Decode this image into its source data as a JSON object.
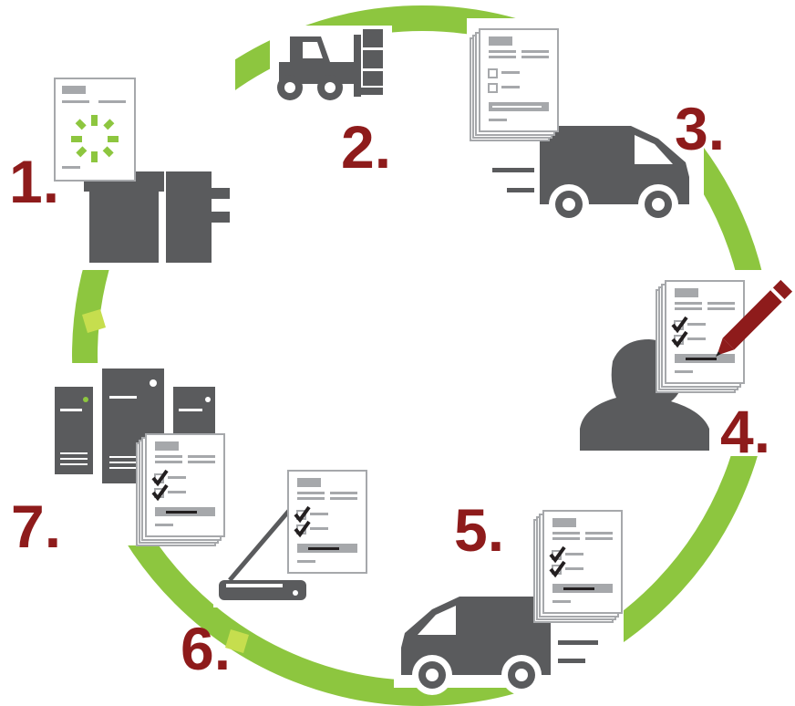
{
  "colors": {
    "ring": "#8dc63f",
    "ring_arrow": "#c6de4e",
    "icon_dark": "#5a5b5d",
    "number": "#8e1b1b",
    "paper_line": "#a6a8ab",
    "loader": "#8dc63f",
    "pencil": "#8e1b1b"
  },
  "steps": [
    {
      "label": "1.",
      "icon": "printer-with-loading-document-icon"
    },
    {
      "label": "2.",
      "icon": "forklift-with-boxes-icon"
    },
    {
      "label": "3.",
      "icon": "delivery-van-with-blank-forms-icon"
    },
    {
      "label": "4.",
      "icon": "person-filling-form-with-pencil-icon"
    },
    {
      "label": "5.",
      "icon": "delivery-van-with-completed-forms-icon"
    },
    {
      "label": "6.",
      "icon": "flatbed-scanner-with-form-icon"
    },
    {
      "label": "7.",
      "icon": "servers-with-completed-forms-icon"
    }
  ]
}
